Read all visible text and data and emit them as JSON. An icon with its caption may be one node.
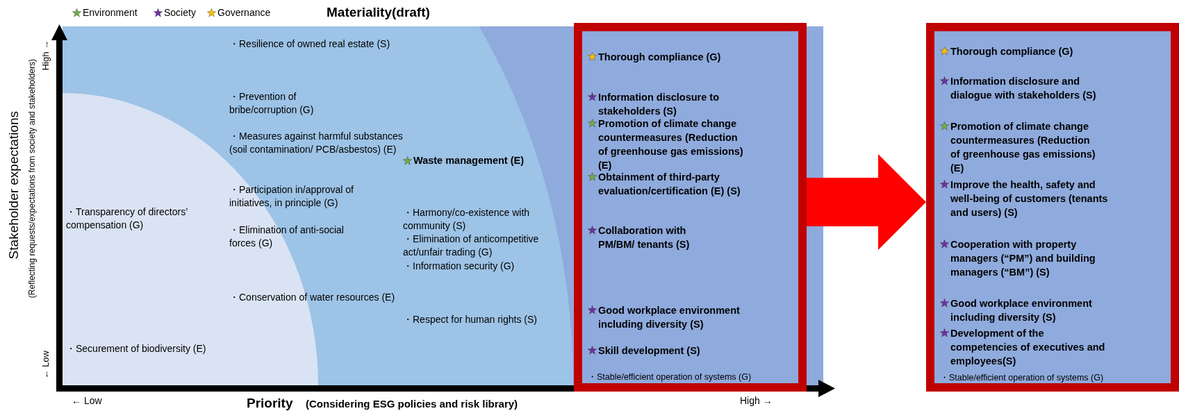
{
  "diagram": {
    "title": "Materiality(draft)",
    "nodes": [
      {
        "text": [
          "Thorough compliance (G)",
          "Information disclosure to stakeholders (S)",
          "Promotion of climate change countermeasures (Reduction of greenhouse gas emissions) (E)",
          "Obtainment of third-party evaluation/certification (E) (S)",
          "Collaboration with PM/BM/ tenants (S)",
          "Good workplace environment including diversity (S)",
          "Skill development (S)",
          "・Stable/efficient operation of systems (G)"
        ]
      },
      {
        "text": [
          "Thorough compliance (G)",
          "Information disclosure and dialogue with stakeholders (S)",
          "Promotion of climate change countermeasures (Reduction of greenhouse gas emissions) (E)",
          "Improve the health, safety and well-being of customers (tenants and users) (S)",
          "Cooperation with property managers (“PM”) and building managers (“BM”) (S)",
          "Good workplace environment including diversity (S)",
          "Development of the competencies of executives and employees(S)",
          "・Stable/efficient operation of systems (G)"
        ]
      }
    ],
    "edges": [
      {
        "from": 0,
        "to": 1,
        "arrow": "to"
      }
    ],
    "labels": [
      "Stakeholder expectations",
      "(Reflecting requests/expectations from society and stakeholders)",
      "High →",
      "← Low",
      "・Resilience of owned real estate (S)",
      "・Prevention of bribe/corruption (G)",
      "・Measures against harmful substances (soil contamination/ PCB/asbestos) (E)",
      "Waste management (E)",
      "・Participation in/approval of initiatives, in principle (G)",
      "・Transparency of directors’ compensation (G)",
      "・Harmony/co-existence with community (S)",
      "・Elimination of anti-social forces (G)",
      "・Elimination of anticompetitive act/unfair trading (G)",
      "・Information security (G)",
      "・Conservation of water resources (E)",
      "・Respect for human rights (S)",
      "・Securement of biodiversity (E)",
      "← Low",
      "Priority",
      "(Considering ESG policies and risk library)",
      "High →"
    ],
    "legend": [
      {
        "text": "Environment",
        "color": "#70ad47"
      },
      {
        "text": "Society",
        "color": "#7030a0"
      },
      {
        "text": "Governance",
        "color": "#ffc000"
      }
    ]
  }
}
